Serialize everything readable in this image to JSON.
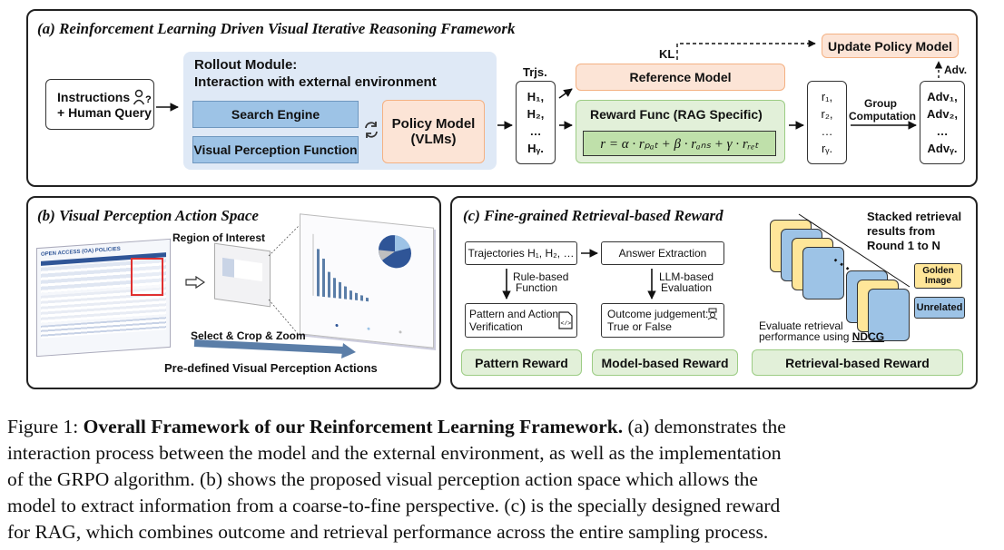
{
  "panel_a": {
    "title": "(a) Reinforcement Learning Driven Visual Iterative Reasoning Framework",
    "instructions": "Instructions",
    "human_query": "+ Human Query",
    "rollout_title_1": "Rollout Module:",
    "rollout_title_2": "Interaction with external environment",
    "search_engine": "Search Engine",
    "visual_perception_function": "Visual Perception Function",
    "policy_model_1": "Policy Model",
    "policy_model_2": "(VLMs)",
    "trjs": "Trjs.",
    "h1": "H₁,",
    "h2": "H₂,",
    "dots": "…",
    "hg": "Hᵧ.",
    "kl": "KL",
    "update_policy_model": "Update Policy Model",
    "adv_label": "Adv.",
    "reference_model": "Reference Model",
    "reward_func": "Reward Func (RAG Specific)",
    "formula": "r = α · rₚₐₜ + β · rₐₙₛ + γ · rᵣₑₜ",
    "r1": "r₁,",
    "r2": "r₂,",
    "rg": "rᵧ.",
    "group_1": "Group",
    "group_2": "Computation",
    "adv1": "Adv₁,",
    "adv2": "Adv₂,",
    "advg": "Advᵧ."
  },
  "panel_b": {
    "title": "(b) Visual Perception Action Space",
    "region_of_interest": "Region of Interest",
    "doc_header": "OPEN ACCESS (OA) POLICIES",
    "select_crop_zoom": "Select & Crop & Zoom",
    "predefined_actions": "Pre-defined Visual Perception Actions"
  },
  "panel_c": {
    "title": "(c) Fine-grained Retrieval-based Reward",
    "trajectories": "Trajectories H₁, H₂, …",
    "answer_extraction": "Answer Extraction",
    "rule_based_1": "Rule-based",
    "rule_based_2": "Function",
    "llm_based_1": "LLM-based",
    "llm_based_2": "Evaluation",
    "pattern_verify_1": "Pattern and Action",
    "pattern_verify_2": "Verification",
    "outcome_1": "Outcome judgement:",
    "outcome_2": "True or False",
    "pattern_reward": "Pattern Reward",
    "model_reward": "Model-based Reward",
    "retrieval_reward": "Retrieval-based Reward",
    "stacked_1": "Stacked retrieval",
    "stacked_2": "results from",
    "stacked_3": "Round 1 to N",
    "golden_1": "Golden",
    "golden_2": "Image",
    "unrelated": "Unrelated",
    "eval_1": "Evaluate retrieval",
    "eval_2": "performance using",
    "ndcg": "NDCG"
  },
  "caption": {
    "prefix": "Figure 1: ",
    "bold": "Overall Framework of our Reinforcement Learning Framework.",
    "line1_rest": " (a) demonstrates the",
    "line2": "interaction process between the model and the external environment, as well as the implementation",
    "line3": "of the GRPO algorithm. (b) shows the proposed visual perception action space which allows the",
    "line4": "model to extract information from a coarse-to-fine perspective. (c) is the specially designed reward",
    "line5": "for RAG, which combines outcome and retrieval performance across the entire sampling process."
  },
  "colors": {
    "blue": "#9dc3e6",
    "orange_fill": "#fce4d6",
    "orange_border": "#f4b183",
    "green_fill": "#e2f0d9",
    "green_border": "#9ccc84",
    "yellow": "#ffe699"
  }
}
